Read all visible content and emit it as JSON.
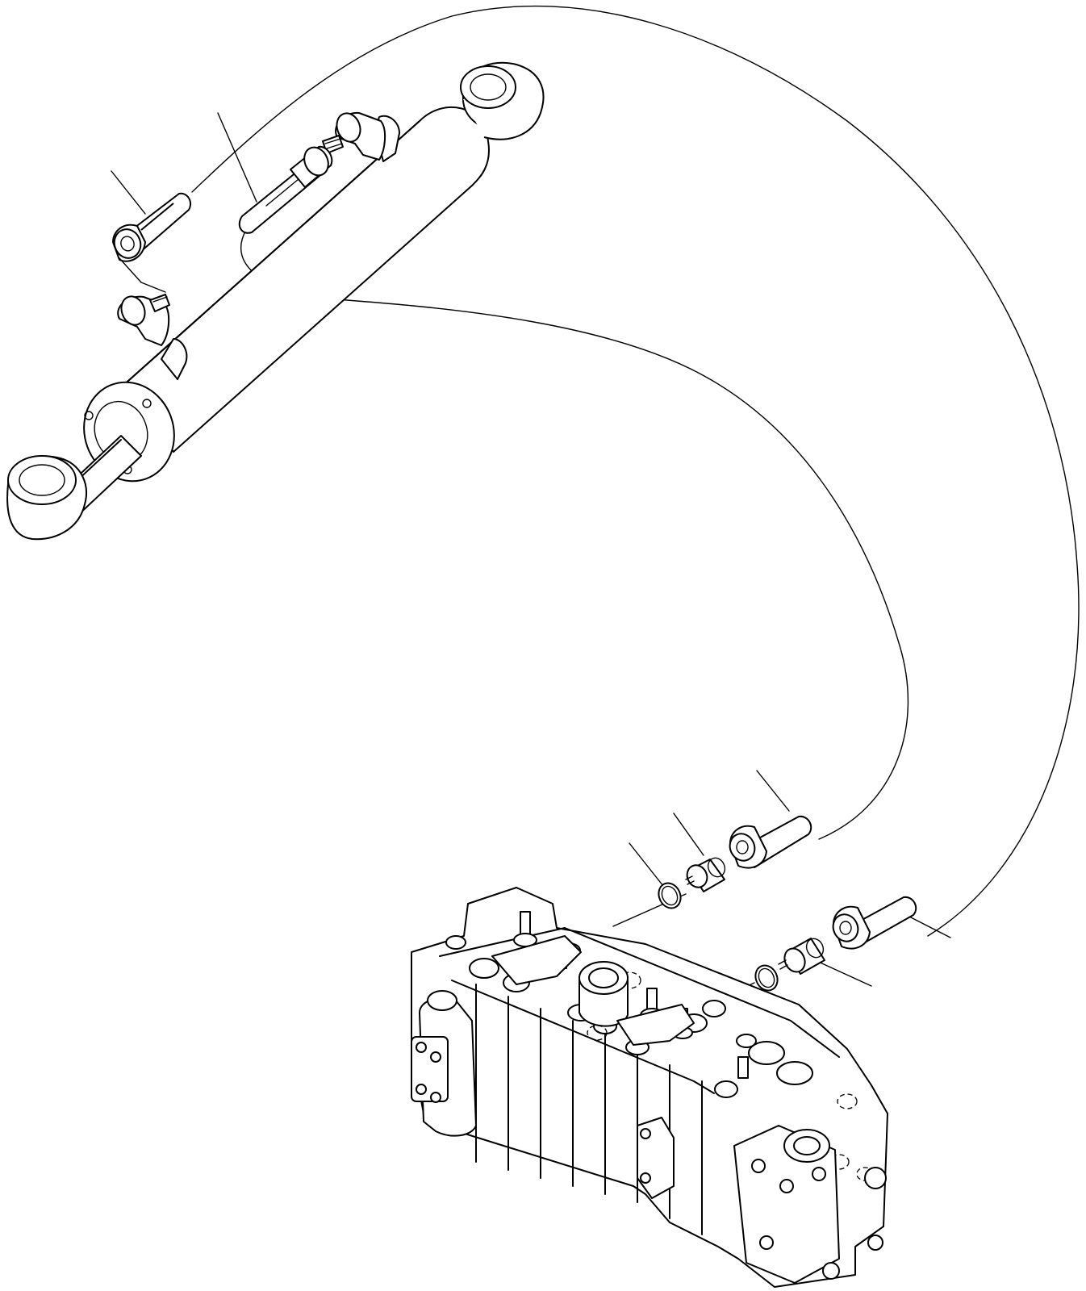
{
  "diagram": {
    "parts": [
      {
        "id": "hydraulic-cylinder"
      },
      {
        "id": "control-valve"
      },
      {
        "id": "hose-upper"
      },
      {
        "id": "hose-lower"
      },
      {
        "id": "elbow-upper"
      },
      {
        "id": "elbow-lower"
      },
      {
        "id": "hose-fitting-a"
      },
      {
        "id": "hose-fitting-b"
      },
      {
        "id": "adapter-a"
      },
      {
        "id": "adapter-b"
      },
      {
        "id": "o-ring-a"
      },
      {
        "id": "o-ring-b"
      }
    ],
    "callouts": [
      {
        "target": "hose-fitting-top-left"
      },
      {
        "target": "hose-fitting-top-center"
      },
      {
        "target": "hose-fitting-a"
      },
      {
        "target": "adapter-a"
      },
      {
        "target": "o-ring-a"
      },
      {
        "target": "hose-fitting-b"
      },
      {
        "target": "adapter-b"
      },
      {
        "target": "o-ring-b"
      }
    ]
  }
}
